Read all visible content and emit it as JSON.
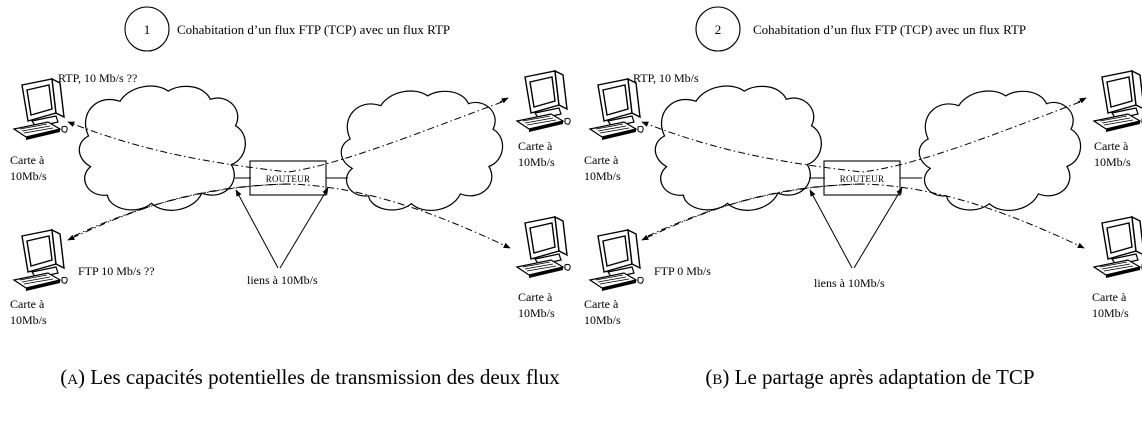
{
  "panels": [
    {
      "number": "1",
      "header": "Cohabitation d’un flux FTP (TCP) avec un flux RTP",
      "rtp_label": "RTP, 10 Mb/s ??",
      "ftp_label": "FTP 10 Mb/s ??",
      "router_label": "ROUTEUR",
      "links_label": "liens à 10Mb/s",
      "card_line1": "Carte à",
      "card_line2": "10Mb/s",
      "caption_tag": "(a)",
      "caption_text": "Les capacités potentielles de transmission des deux flux"
    },
    {
      "number": "2",
      "header": "Cohabitation d’un flux FTP (TCP) avec un flux RTP",
      "rtp_label": "RTP, 10 Mb/s",
      "ftp_label": "FTP 0 Mb/s",
      "router_label": "ROUTEUR",
      "links_label": "liens à 10Mb/s",
      "card_line1": "Carte à",
      "card_line2": "10Mb/s",
      "caption_tag": "(b)",
      "caption_text": "Le partage après adaptation de TCP"
    }
  ],
  "icons": [
    "computer-icon",
    "cloud-icon",
    "arrow-icon"
  ]
}
